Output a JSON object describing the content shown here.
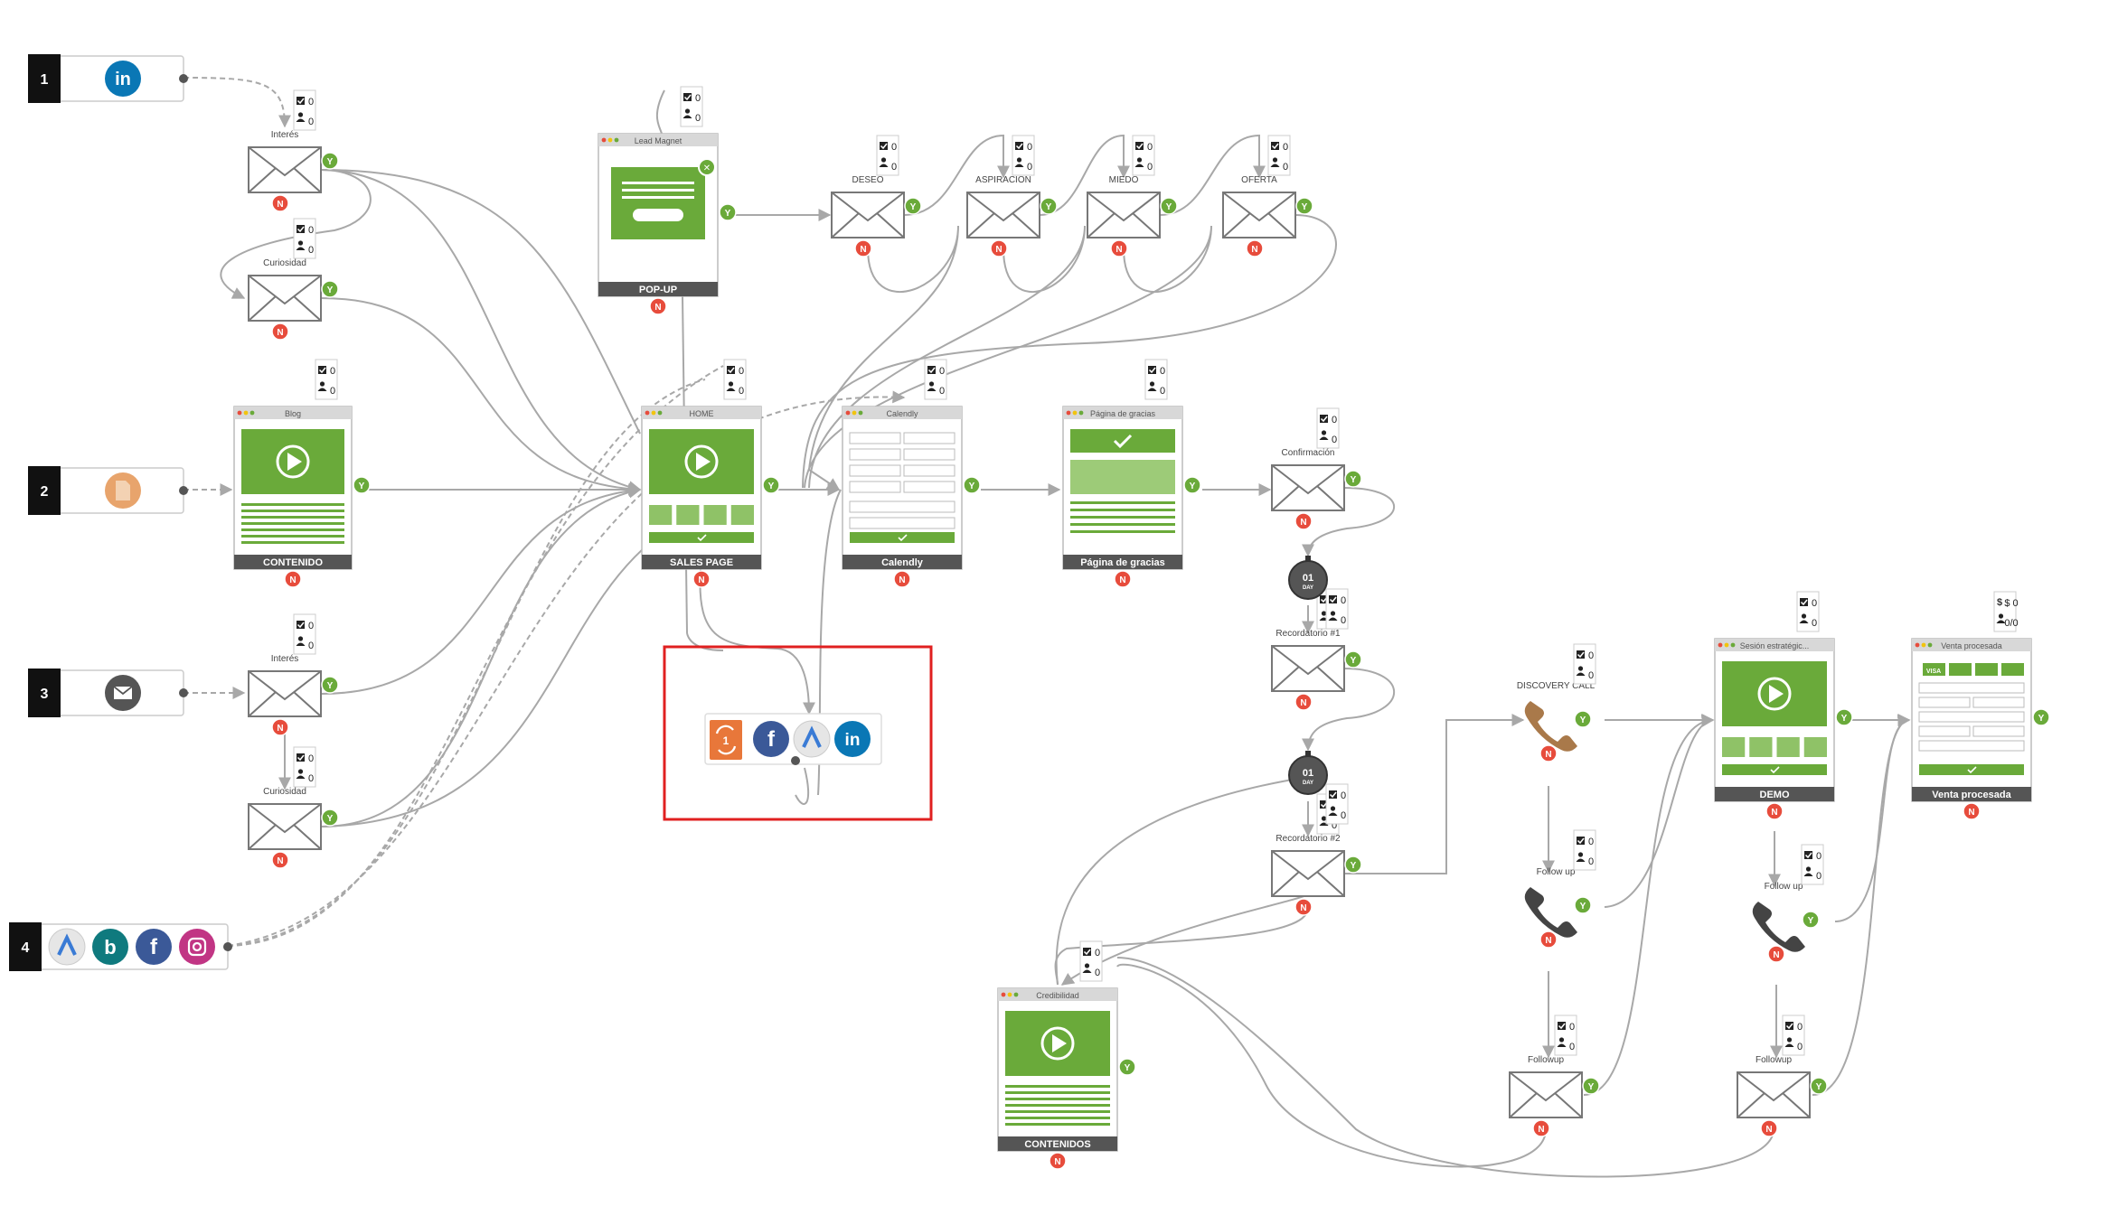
{
  "sources": [
    {
      "id": "s1",
      "number": "1",
      "icons": [
        "linkedin-icon"
      ]
    },
    {
      "id": "s2",
      "number": "2",
      "icons": [
        "document-icon"
      ]
    },
    {
      "id": "s3",
      "number": "3",
      "icons": [
        "email-icon"
      ]
    },
    {
      "id": "s4",
      "number": "4",
      "icons": [
        "adwords-icon",
        "bing-icon",
        "facebook-icon",
        "instagram-icon"
      ]
    }
  ],
  "emails": [
    {
      "id": "e_int1",
      "label": "Interés",
      "count1": "0",
      "count2": "0"
    },
    {
      "id": "e_cur1",
      "label": "Curiosidad",
      "count1": "0",
      "count2": "0"
    },
    {
      "id": "e_int3",
      "label": "Interés",
      "count1": "0",
      "count2": "0"
    },
    {
      "id": "e_cur3",
      "label": "Curiosidad",
      "count1": "0",
      "count2": "0"
    },
    {
      "id": "e_deseo",
      "label": "DESEO",
      "count1": "0",
      "count2": "0"
    },
    {
      "id": "e_asp",
      "label": "ASPIRACIÓN",
      "count1": "0",
      "count2": "0"
    },
    {
      "id": "e_miedo",
      "label": "MIEDO",
      "count1": "0",
      "count2": "0"
    },
    {
      "id": "e_oferta",
      "label": "OFERTA",
      "count1": "0",
      "count2": "0"
    },
    {
      "id": "e_conf",
      "label": "Confirmación",
      "count1": "0",
      "count2": "0"
    },
    {
      "id": "e_rec1",
      "label": "Recordatorio #1",
      "count1": "0",
      "count2": "0"
    },
    {
      "id": "e_rec2",
      "label": "Recordatorio #2",
      "count1": "0",
      "count2": "0"
    },
    {
      "id": "e_fu1",
      "label": "Followup",
      "count1": "0",
      "count2": "0"
    },
    {
      "id": "e_fu2",
      "label": "Followup",
      "count1": "0",
      "count2": "0"
    }
  ],
  "pages": [
    {
      "id": "p_blog",
      "title": "Blog",
      "footer": "CONTENIDO",
      "count1": "0",
      "count2": "0"
    },
    {
      "id": "p_popup",
      "title": "Lead Magnet",
      "footer": "POP-UP",
      "count1": "0",
      "count2": "0"
    },
    {
      "id": "p_home",
      "title": "HOME",
      "footer": "SALES PAGE",
      "count1": "0",
      "count2": "0"
    },
    {
      "id": "p_cal",
      "title": "Calendly",
      "footer": "Calendly",
      "count1": "0",
      "count2": "0"
    },
    {
      "id": "p_gracias",
      "title": "Página de gracias",
      "footer": "Página de gracias",
      "count1": "0",
      "count2": "0"
    },
    {
      "id": "p_cred",
      "title": "Credibilidad",
      "footer": "CONTENIDOS",
      "count1": "0",
      "count2": "0"
    },
    {
      "id": "p_demo",
      "title": "Sesión estratégic...",
      "footer": "DEMO",
      "count1": "0",
      "count2": "0"
    },
    {
      "id": "p_venta",
      "title": "Venta procesada",
      "footer": "Venta procesada",
      "count1": "$ 0",
      "count2": "0/0"
    }
  ],
  "phones": [
    {
      "id": "ph_disc",
      "label": "DISCOVERY CALL",
      "count1": "0",
      "count2": "0"
    },
    {
      "id": "ph_fu1",
      "label": "Follow up",
      "count1": "0",
      "count2": "0"
    },
    {
      "id": "ph_fu2",
      "label": "Follow up",
      "count1": "0",
      "count2": "0"
    }
  ],
  "timers": [
    {
      "id": "t1",
      "number": "01",
      "unit": "DAY",
      "count1": "0",
      "count2": "0"
    },
    {
      "id": "t2",
      "number": "01",
      "unit": "DAY",
      "count1": "0",
      "count2": "0"
    }
  ],
  "retarget": {
    "counter": "1",
    "icons": [
      "facebook-icon",
      "adwords-icon",
      "linkedin-icon"
    ]
  },
  "yes_label": "Y",
  "no_label": "N",
  "colors": {
    "green": "#6aaa3a",
    "red": "#e74c3c",
    "dark": "#555555",
    "highlight": "#e02020",
    "line": "#a8a8a8",
    "linkedin": "#0a77b5",
    "orange": "#e8773a",
    "facebook": "#3b5998",
    "bing": "#0f7a7e",
    "instagram": "#c13584",
    "doc": "#e8a46c"
  }
}
